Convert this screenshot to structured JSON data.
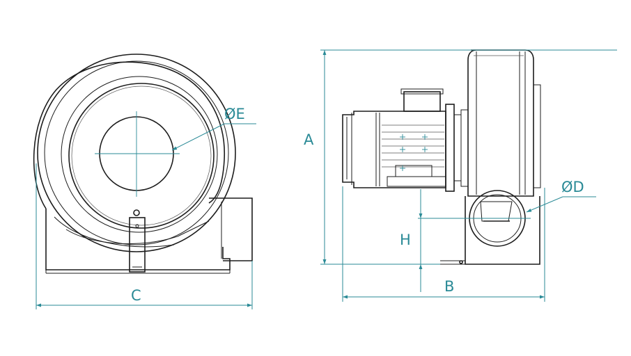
{
  "labels": {
    "A": "A",
    "B": "B",
    "C": "C",
    "D": "ØD",
    "E": "ØE",
    "H": "H"
  },
  "colors": {
    "dimension": "#2a8a96",
    "outline": "#1c1c1c",
    "background": "#ffffff"
  }
}
